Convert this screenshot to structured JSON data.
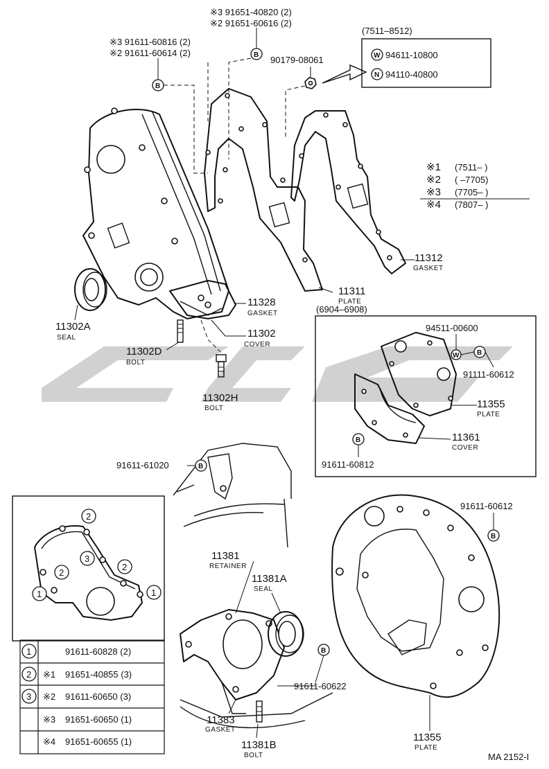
{
  "top_bolts": {
    "line1": "※3 91651-40820 (2)",
    "line2": "※2 91651-60616 (2)"
  },
  "left_bolts": {
    "line1": "※3 91611-60816 (2)",
    "line2": "※2 91611-60614 (2)"
  },
  "nut_part": "90179-08061",
  "range_box": {
    "title": "(7511–8512)",
    "row_w_mark": "W",
    "row_w_part": "94611-10800",
    "row_n_mark": "N",
    "row_n_part": "94110-40800"
  },
  "legend": {
    "rows": [
      {
        "mark": "※1",
        "range": "(7511–        )"
      },
      {
        "mark": "※2",
        "range": "(        –7705)"
      },
      {
        "mark": "※3",
        "range": "(7705–        )"
      },
      {
        "mark": "※4",
        "range": "(7807–        )"
      }
    ]
  },
  "parts": {
    "p11312": {
      "num": "11312",
      "name": "GASKET"
    },
    "p11311": {
      "num": "11311",
      "name": "PLATE"
    },
    "p11328": {
      "num": "11328",
      "name": "GASKET"
    },
    "p11302": {
      "num": "11302",
      "name": "COVER"
    },
    "p11302A": {
      "num": "11302A",
      "name": "SEAL"
    },
    "p11302D": {
      "num": "11302D",
      "name": "BOLT"
    },
    "p11302H": {
      "num": "11302H",
      "name": "BOLT"
    },
    "p11355a": {
      "num": "11355",
      "name": "PLATE"
    },
    "p11361": {
      "num": "11361",
      "name": "COVER"
    },
    "p11381": {
      "num": "11381",
      "name": "RETAINER"
    },
    "p11381A": {
      "num": "11381A",
      "name": "SEAL"
    },
    "p11383": {
      "num": "11383",
      "name": "GASKET"
    },
    "p11381B": {
      "num": "11381B",
      "name": "BOLT"
    },
    "p11355b": {
      "num": "11355",
      "name": "PLATE"
    }
  },
  "inset_box": {
    "title": "(6904–6908)",
    "washer_part": "94511-00600",
    "bolt_part": "91111-60612",
    "bottom_bolt": "91611-60812"
  },
  "misc_parts": {
    "retainer_bolt": "91611-61020",
    "plate_bolt": "91611-60612",
    "retainer_bolt2": "91611-60622"
  },
  "marks": {
    "b": "B",
    "w": "W",
    "one": "1",
    "two": "2",
    "three": "3"
  },
  "bolt_table": [
    {
      "id": "1",
      "prefix": "",
      "part": "91611-60828 (2)"
    },
    {
      "id": "2",
      "prefix": "※1",
      "part": "91651-40855 (3)"
    },
    {
      "id": "3",
      "prefix": "※2",
      "part": "91611-60650 (3)"
    },
    {
      "id": "",
      "prefix": "※3",
      "part": "91651-60650 (1)"
    },
    {
      "id": "",
      "prefix": "※4",
      "part": "91651-60655 (1)"
    }
  ],
  "figure_code": "MA 2152-I",
  "colors": {
    "ink": "#111111",
    "watermark": "#c9c9c9"
  }
}
